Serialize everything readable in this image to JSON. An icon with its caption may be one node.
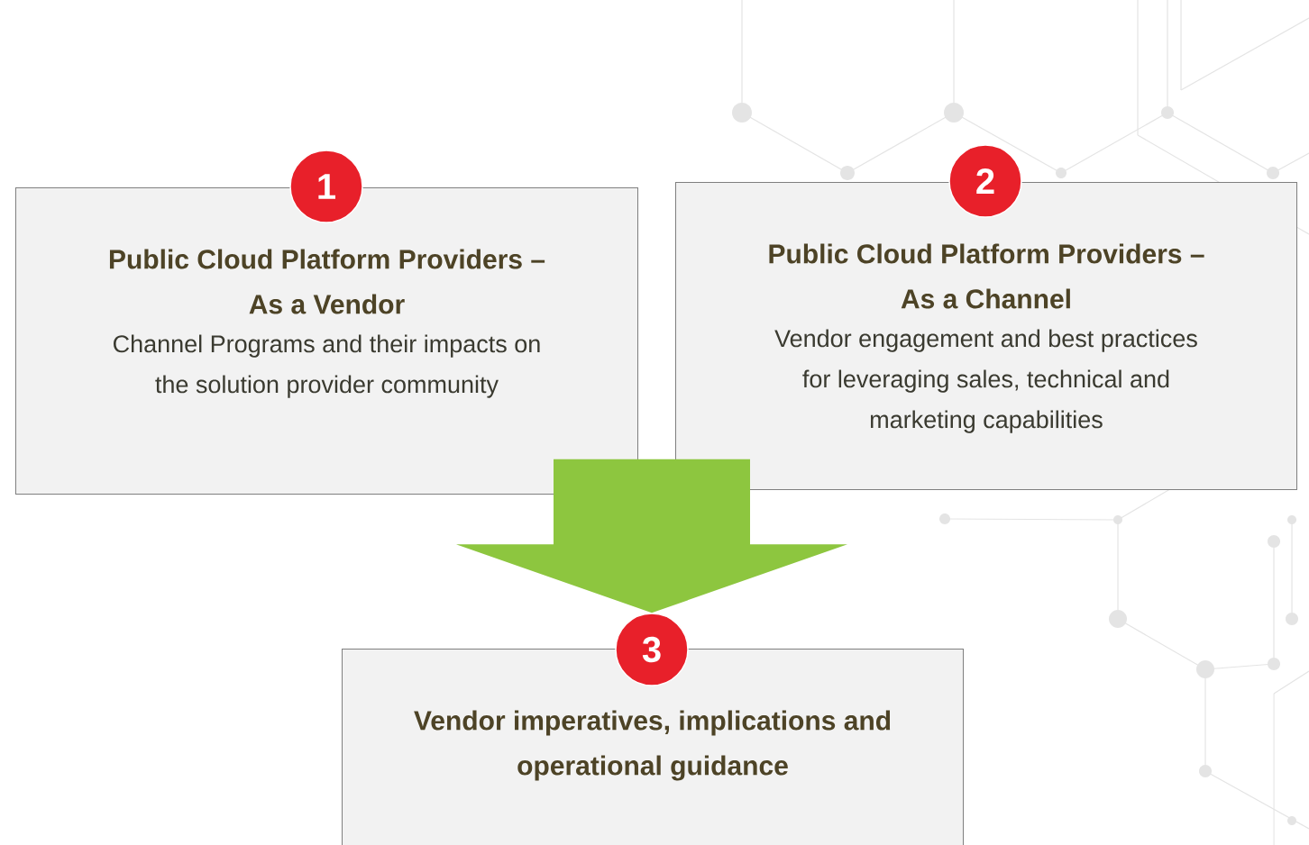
{
  "diagram": {
    "nodes": [
      {
        "text": [
          "1"
        ]
      },
      {
        "text": [
          "Public Cloud Platform Providers – As a Vendor",
          "Channel Programs and their impacts on the solution provider community"
        ]
      },
      {
        "text": [
          "2"
        ]
      },
      {
        "text": [
          "Public Cloud Platform Providers – As a Channel",
          "Vendor engagement and best practices for leveraging sales, technical and marketing capabilities"
        ]
      },
      {
        "text": [
          "3"
        ]
      },
      {
        "text": [
          "Vendor imperatives, implications and operational  guidance"
        ]
      }
    ],
    "edges": [
      {
        "from": 1,
        "to": 4,
        "arrow": "to"
      },
      {
        "from": 3,
        "to": 4,
        "arrow": "to"
      }
    ]
  }
}
